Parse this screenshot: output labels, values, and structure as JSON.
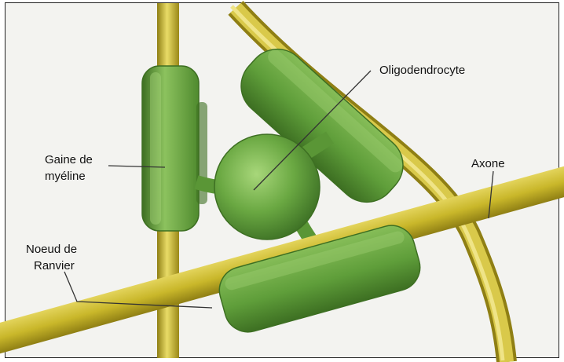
{
  "labels": {
    "oligodendrocyte": "Oligodendrocyte",
    "gaine_line1": "Gaine de",
    "gaine_line2": "myéline",
    "axone": "Axone",
    "noeud_line1": "Noeud de",
    "noeud_line2": "Ranvier"
  },
  "colors": {
    "axon": "#c9b72a",
    "axon_highlight": "#e9dc67",
    "axon_shadow": "#8f7f14",
    "myelin": "#5f9e3a",
    "myelin_highlight": "#8cc25e",
    "myelin_shadow": "#3d6f22",
    "background": "#f3f3f0",
    "leader_line": "#333333"
  }
}
